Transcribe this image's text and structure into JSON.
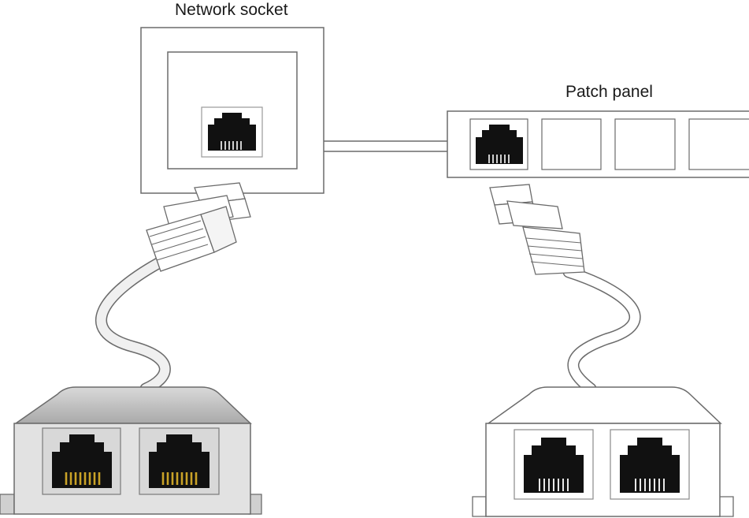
{
  "labels": {
    "network_socket": "Network socket",
    "patch_panel": "Patch panel"
  },
  "colors": {
    "outline": "#6b6b6b",
    "jack": "#111111",
    "cable": "#f0f0f0",
    "splitter_body_left": "#c9c9c9",
    "splitter_face_left": "#e2e2e2",
    "gold_pins": "#c9a227"
  },
  "components": {
    "network_socket_ports": 1,
    "patch_panel_ports": 4,
    "patch_panel_occupied_ports": 1,
    "splitter_left_ports": 2,
    "splitter_right_ports": 2
  }
}
